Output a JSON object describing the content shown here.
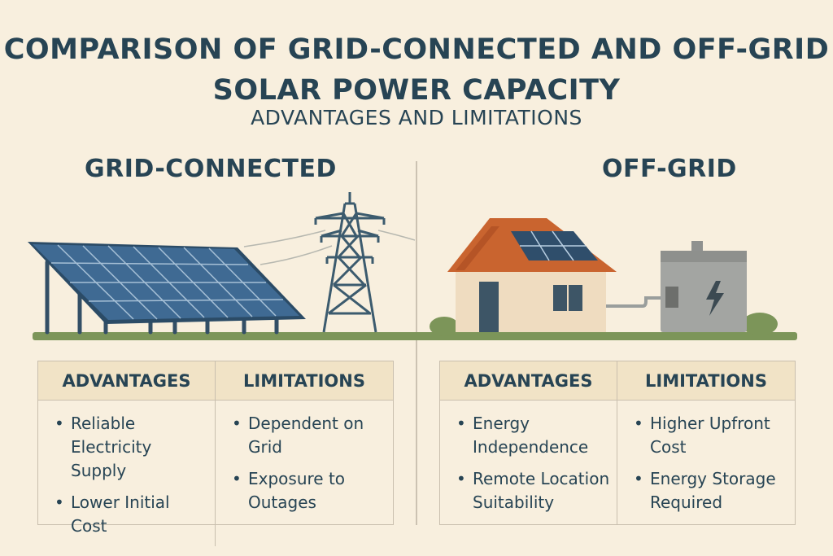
{
  "header": {
    "title_line1": "COMPARISON OF GRID-CONNECTED AND OFF-GRID",
    "title_line2": "SOLAR POWER CAPACITY",
    "subtitle": "ADVANTAGES AND LIMITATIONS"
  },
  "grid_connected": {
    "heading": "GRID-CONNECTED",
    "advantages_label": "ADVANTAGES",
    "limitations_label": "LIMITATIONS",
    "advantages": [
      "Reliable Electricity Supply",
      "Lower Initial Cost"
    ],
    "limitations": [
      "Dependent on Grid",
      "Exposure to Outages"
    ]
  },
  "off_grid": {
    "heading": "OFF-GRID",
    "advantages_label": "ADVANTAGES",
    "limitations_label": "LIMITATIONS",
    "advantages": [
      "Energy Independence",
      "Remote Location Suitability"
    ],
    "limitations": [
      "Higher Upfront Cost",
      "Energy Storage Required"
    ]
  },
  "colors": {
    "background": "#f8efde",
    "text": "#274454",
    "panel": "#3f6a93",
    "roof": "#c9642f",
    "ground": "#7c9559",
    "battery": "#a3a5a2"
  },
  "icons": [
    "solar-panel-icon",
    "transmission-tower-icon",
    "house-icon",
    "battery-icon",
    "lightning-bolt-icon"
  ]
}
